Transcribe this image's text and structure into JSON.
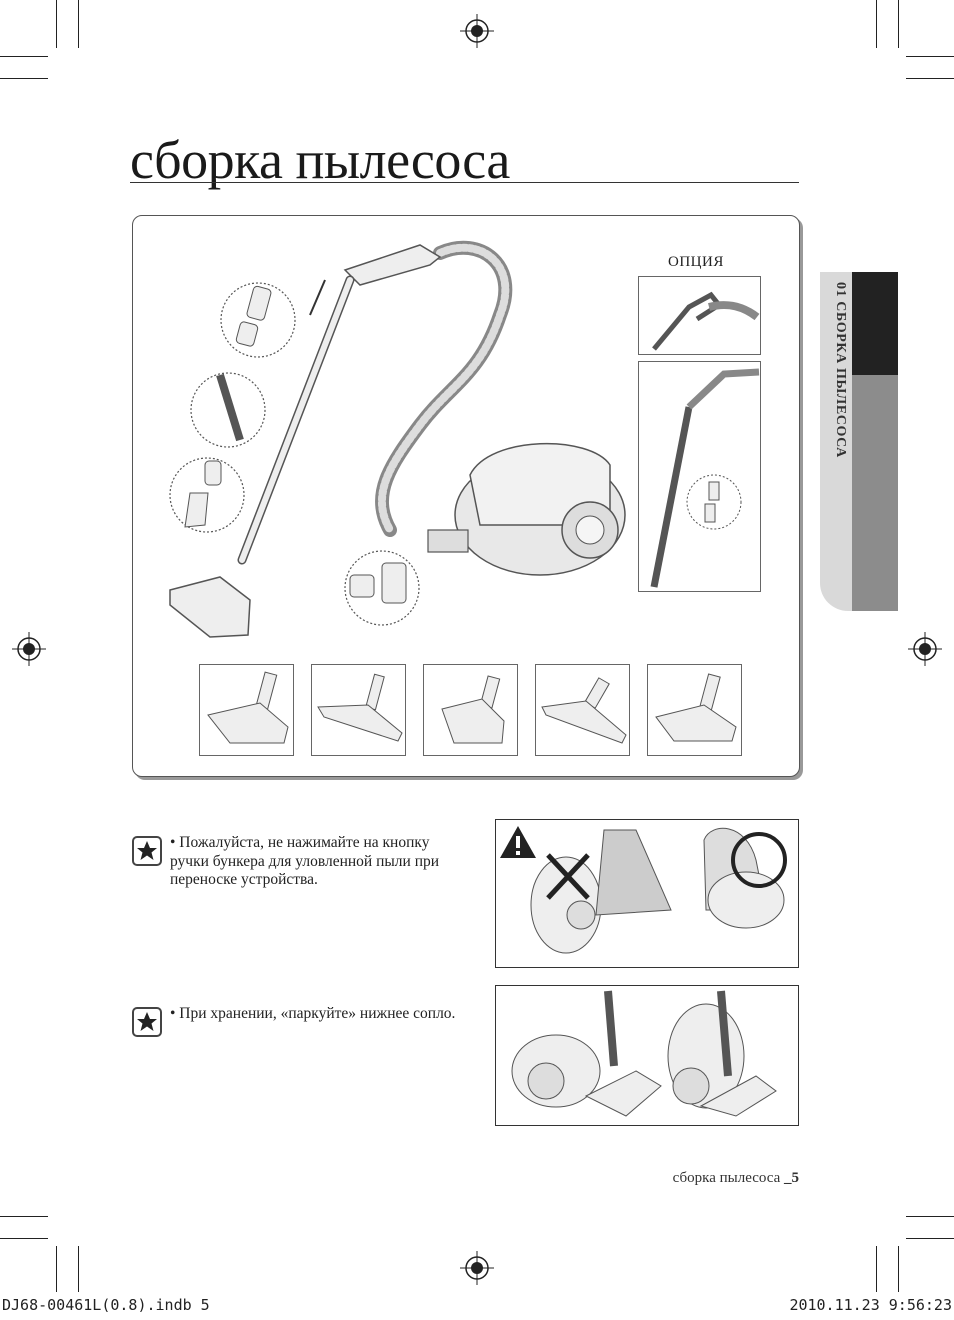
{
  "page": {
    "title": "сборка пылесоса",
    "side_tab": "01 СБОРКА ПЫЛЕСОСА",
    "option_label": "ОПЦИЯ",
    "notes": [
      {
        "text": "• Пожалуйста, не нажимайте на кнопку ручки бункера для уловленной пыли при переноске устройства."
      },
      {
        "text": "• При хранении, «паркуйте» нижнее сопло."
      }
    ],
    "footer": {
      "section": "сборка пылесоса ",
      "page_number": "_5"
    },
    "slug": {
      "file": "DJ68-00461L(0.8).indb   5",
      "date": "2010.11.23   9:56:23"
    }
  },
  "icons": {
    "registration": "registration-mark-icon",
    "note": "star-note-icon",
    "warning": "warning-triangle-icon",
    "prohibited": "cross-mark-icon",
    "correct": "circle-mark-icon"
  },
  "colors": {
    "side_tab_dark": "#222222",
    "side_tab_grey": "#8c8c8c",
    "side_tab_light": "#d9d9d9"
  }
}
